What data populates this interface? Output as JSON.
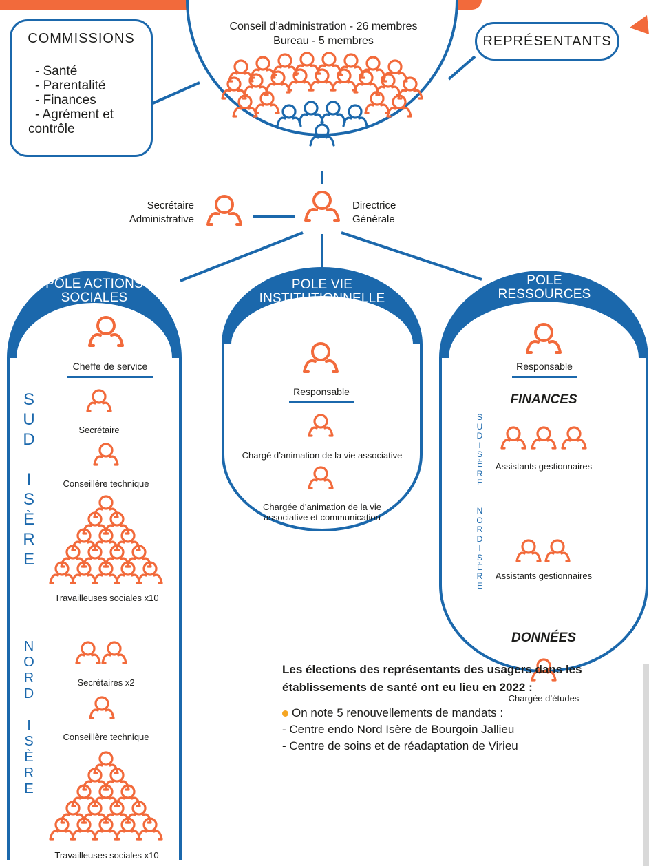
{
  "commissions": {
    "title": "COMMISSIONS",
    "items": [
      "- Santé",
      "- Parentalité",
      "- Finances",
      "- Agrément et",
      "contrôle"
    ]
  },
  "representants": "REPRÉSENTANTS",
  "conseil": {
    "line1": "Conseil d’administration - 26 membres",
    "line2": "Bureau - 5 membres"
  },
  "secretaire_admin": {
    "line1": "Secrétaire",
    "line2": "Administrative"
  },
  "directrice": {
    "line1": "Directrice",
    "line2": "Générale"
  },
  "pole_actions": {
    "title1": "POLE ACTIONS",
    "title2": "SOCIALES",
    "cheffe": "Cheffe de service",
    "sud_letters": [
      "S",
      "U",
      "D",
      "",
      "I",
      "S",
      "È",
      "R",
      "E"
    ],
    "nord_letters": [
      "N",
      "O",
      "R",
      "D",
      "",
      "I",
      "S",
      "È",
      "R",
      "E"
    ],
    "sud": {
      "secretaire": "Secrétaire",
      "conseillere": "Conseillère technique",
      "travailleuses": "Travailleuses sociales x10"
    },
    "nord": {
      "secretaires": "Secrétaires x2",
      "conseillere": "Conseillère technique",
      "travailleuses": "Travailleuses sociales x10"
    }
  },
  "pole_vie": {
    "title1": "POLE VIE",
    "title2": "INSTITUTIONNELLE",
    "title3": "ET ASSOCIATIVE",
    "responsable": "Responsable",
    "charge1": "Chargé d’animation de la vie associative",
    "charge2_line1": "Chargée d’animation de la vie",
    "charge2_line2": "associative et communication"
  },
  "pole_ressources": {
    "title1": "POLE",
    "title2": "RESSOURCES",
    "responsable": "Responsable",
    "finances": "FINANCES",
    "vert_letters": [
      "S",
      "U",
      "D",
      "",
      "I",
      "S",
      "È",
      "R",
      "E",
      "",
      "N",
      "O",
      "R",
      "D",
      "I",
      "S",
      "È",
      "R",
      "E"
    ],
    "assistants1": "Assistants gestionnaires",
    "assistants2": "Assistants gestionnaires",
    "donnees": "DONNÉES",
    "chargee_etudes": "Chargée d’études"
  },
  "note": {
    "heading1": "Les élections des représentants des usagers dans les",
    "heading2": "établissements de santé ont eu lieu en 2022 :",
    "bullet": "On note 5 renouvellements de mandats :",
    "line1": "- Centre endo Nord Isère de Bourgoin Jallieu",
    "line2": "- Centre de soins et de réadaptation de Virieu"
  },
  "colors": {
    "blue": "#1b68ac",
    "orange": "#f26a3b",
    "bullet": "#f5a623"
  }
}
